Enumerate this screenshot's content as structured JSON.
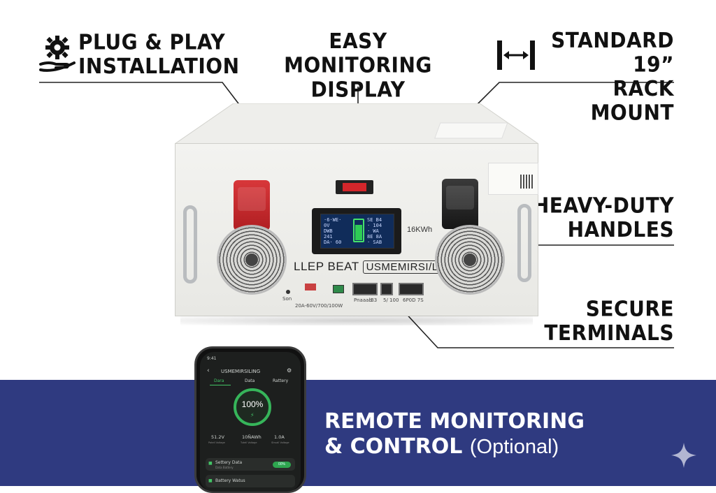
{
  "callouts": {
    "plug_play": [
      "PLUG & PLAY",
      "INSTALLATION"
    ],
    "monitoring": [
      "EASY MONITORING",
      "DISPLAY"
    ],
    "rack": [
      "STANDARD 19”",
      "RACK MOUNT"
    ],
    "handles": [
      "HEAVY-DUTY",
      "HANDLES"
    ],
    "terminals": [
      "SECURE",
      "TERMINALS"
    ]
  },
  "icons": {
    "plug_play": "gear-in-hand-icon",
    "rack": "width-measure-icon",
    "sparkle": "sparkle-icon"
  },
  "banner": {
    "line1": "REMOTE MONITORING",
    "line2": "& CONTROL",
    "optional": "(Optional)",
    "color": "#2f3a80"
  },
  "battery": {
    "capacity_label": "16KWh",
    "brand": "LLEP BEAT",
    "brand_boxed": "USMEMIRSI/LING",
    "lcd_lines_left": [
      "·6·WE·",
      "0V",
      "DWB",
      "241",
      "DA· 60"
    ],
    "lcd_lines_right": [
      "SE B4",
      "· 104",
      "· WA",
      "8E 8A",
      "· SAB"
    ],
    "port_labels": [
      "Son",
      "20A-60V/700/100W",
      "Pnaaab",
      "B3",
      "5/ 100",
      "6P0D 7S"
    ],
    "terminal_colors": {
      "positive": "#c62328",
      "negative": "#1f1f1f"
    }
  },
  "phone": {
    "time": "9:41",
    "title": "USMEMIRSILING",
    "tabs": [
      "Dara",
      "Data",
      "Rattery"
    ],
    "percent": "100%",
    "stats": [
      {
        "value": "51.2V",
        "label": "Patell Voltage"
      },
      {
        "value": "10ÑAWh",
        "label": "Tutell Voltage"
      },
      {
        "value": "1.0A",
        "label": "Struall Voltage"
      }
    ],
    "rows": [
      {
        "label": "Settery Data",
        "sub": "Data Battery",
        "pill": "00%"
      },
      {
        "label": "Battery Watus",
        "sub": "",
        "pill": ""
      }
    ]
  }
}
